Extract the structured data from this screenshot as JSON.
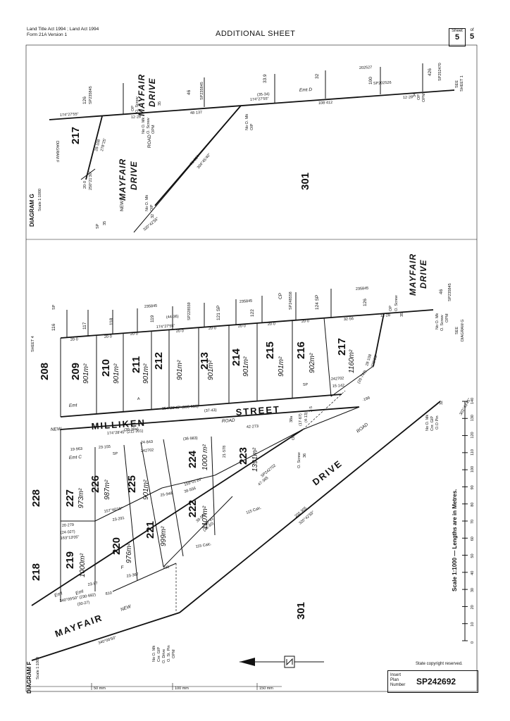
{
  "header": {
    "acts": "Land Title Act 1994 ; Land Act 1994",
    "form": "Form 21A Version 1",
    "title": "ADDITIONAL SHEET",
    "sheet_label": "Sheet",
    "of_label": "of",
    "sheet_no": "5",
    "sheet_total": "5"
  },
  "diagram_g": {
    "label": "DIAGRAM G",
    "scale": "Scale 1:1000",
    "roads": [
      "MAYFAIR",
      "DRIVE",
      "MAYFAIR",
      "DRIVE",
      "NEW",
      "ROAD"
    ],
    "lots": [
      "217",
      "301"
    ],
    "labels": [
      "126",
      "SP235845",
      "174°27'55\"",
      "12·28",
      "OP",
      "O. Screw",
      "35",
      "46",
      "SP235845",
      "48·137",
      "(35-34)",
      "174°27'55\"",
      "33.9",
      "32",
      "Emt D",
      "108·412",
      "202527",
      "100",
      "SP202526",
      "426",
      "SP252470",
      "12·28",
      "OP",
      "OPM",
      "34",
      "SEE",
      "SHEET 1",
      "No O. Mk",
      "O. Screw",
      "OPM",
      "No O. Mk",
      "OIP",
      "28·108",
      "278°25'",
      "76·334",
      "304°45'40\"",
      "20·0",
      "250°21'30\"",
      "No O. Mk",
      "OIP",
      "32",
      "320°42'55\"",
      "35",
      "DIAGRAM F",
      "SP"
    ]
  },
  "diagram_f": {
    "label": "DIAGRAM F",
    "scale": "Scale 1:1000",
    "roads": [
      "MILLIKEN",
      "STREET",
      "ROAD",
      "DRIVE",
      "ROAD",
      "MAYFAIR",
      "NEW",
      "NEW",
      "MAYFAIR",
      "DRIVE"
    ],
    "lots": [
      {
        "no": "209",
        "area": "901m²"
      },
      {
        "no": "210",
        "area": "901m²"
      },
      {
        "no": "211",
        "area": "901m²"
      },
      {
        "no": "212",
        "area": "901m²"
      },
      {
        "no": "213",
        "area": "901m²"
      },
      {
        "no": "214",
        "area": "901m²"
      },
      {
        "no": "215",
        "area": "901m²"
      },
      {
        "no": "216",
        "area": "902m²"
      },
      {
        "no": "217",
        "area": "1160m²"
      },
      {
        "no": "224",
        "area": "1000 m²"
      },
      {
        "no": "223",
        "area": "1391m²"
      },
      {
        "no": "222",
        "area": "1107m²"
      },
      {
        "no": "221",
        "area": "999m²"
      },
      {
        "no": "220",
        "area": "976m²"
      },
      {
        "no": "219",
        "area": "1000m²"
      },
      {
        "no": "225",
        "area": "901m²"
      },
      {
        "no": "226",
        "area": "987m²"
      },
      {
        "no": "227",
        "area": "973m²"
      },
      {
        "no": "228",
        "area": ""
      },
      {
        "no": "208",
        "area": ""
      },
      {
        "no": "218",
        "area": ""
      },
      {
        "no": "301",
        "area": ""
      }
    ],
    "top_lots": [
      "116",
      "SP",
      "117",
      "118",
      "235845",
      "119",
      "SP228559",
      "121 SP",
      "235845",
      "122",
      "CP",
      "SP248558",
      "124 SP",
      "126",
      "235845"
    ],
    "labels": [
      "SHEET 4",
      "(44-36)",
      "174°27'55\"",
      "20·0",
      "20·0",
      "20·0",
      "20·0",
      "20·0",
      "20·0",
      "20·0",
      "20·0",
      "32·56",
      "12·28",
      "OP",
      "O. Screw",
      "35",
      "46",
      "SP235845",
      "No O. Mk",
      "O. Screw",
      "OPM",
      "SEE",
      "DIAGRAM G",
      "Emt",
      "A",
      "SP",
      "242702",
      "15·142",
      "(20·749)",
      "28·108",
      "278°25'",
      "354°28'45\" (395·936)",
      "(37-43)",
      "174°28'45\" (211·201)",
      "(39-39a)",
      "42·273",
      "24·843",
      "(36·983)",
      "23·155",
      "19·963",
      "Emt C",
      "242702",
      "SP",
      "Emt",
      "20·279",
      "(24·027)",
      "163°13'05\"",
      "157°40'15\"",
      "23·291",
      "25·948",
      "158°01'20\"",
      "38·556",
      "39·559",
      "(36-30)",
      "320°41'",
      "47·365",
      "SP242702",
      "21·578",
      "Emt",
      "F",
      "23·87",
      "(30-27)",
      "340°09'50\" (230·682)",
      "23·367",
      "202·305",
      "320°42'55\"",
      "340°08'50\"",
      "No O. Mk",
      "Cnr. GIP",
      "O. Drive",
      "O. St. Pin",
      "OPM",
      "No O. Mk",
      "Cnr. GIP",
      "O.O Pin",
      "302°43'45\"",
      "32",
      "OP",
      "O. Screw",
      "36",
      "38a",
      "(17·67)",
      "(4·13)",
      "2·5",
      "·199",
      "115 Calc.",
      "115 Calc.",
      "811",
      "810"
    ]
  },
  "scale_bar": {
    "title": "Scale 1:1000 — Lengths are in Metres.",
    "ticks": [
      "0",
      "10",
      "20",
      "30",
      "40",
      "50",
      "60",
      "70",
      "80",
      "90",
      "100",
      "110",
      "120",
      "130",
      "140"
    ]
  },
  "footer": {
    "copyright": "State copyright reserved.",
    "insert_label": "Insert Plan Number",
    "plan_number": "SP242692",
    "ruler": [
      "50 mm",
      "100 mm",
      "150 mm"
    ]
  }
}
